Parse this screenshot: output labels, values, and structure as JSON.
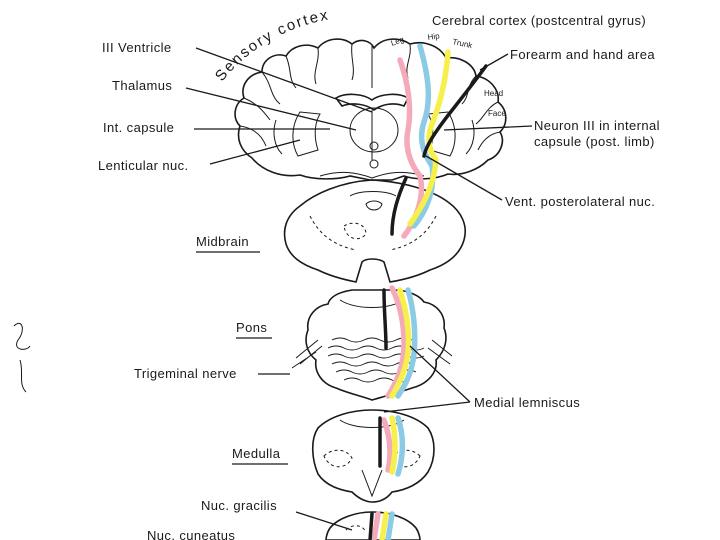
{
  "labels": {
    "sensory_cortex": "Sensory cortex",
    "third_ventricle": "III Ventricle",
    "thalamus": "Thalamus",
    "int_capsule": "Int. capsule",
    "lenticular_nuc": "Lenticular nuc.",
    "cerebral_cortex": "Cerebral cortex (postcentral gyrus)",
    "forearm_hand": "Forearm and hand area",
    "head": "Head",
    "face": "Face",
    "leg": "Leg",
    "hip": "Hip",
    "trunk": "Trunk",
    "neuron_iii_line1": "Neuron III in internal",
    "neuron_iii_line2": "capsule (post. limb)",
    "vpl_nuc": "Vent. posterolateral nuc.",
    "midbrain": "Midbrain",
    "pons": "Pons",
    "trigeminal_nerve": "Trigeminal nerve",
    "medial_lemniscus": "Medial lemniscus",
    "medulla": "Medulla",
    "nuc_gracilis": "Nuc. gracilis",
    "nuc_cuneatus": "Nuc. cuneatus"
  },
  "colors": {
    "pathway_pink": "#f4aab8",
    "pathway_blue": "#8ccbe6",
    "pathway_yellow": "#f7ef4a",
    "pathway_black": "#1a1a1a",
    "line_art": "#1a1a1a"
  }
}
